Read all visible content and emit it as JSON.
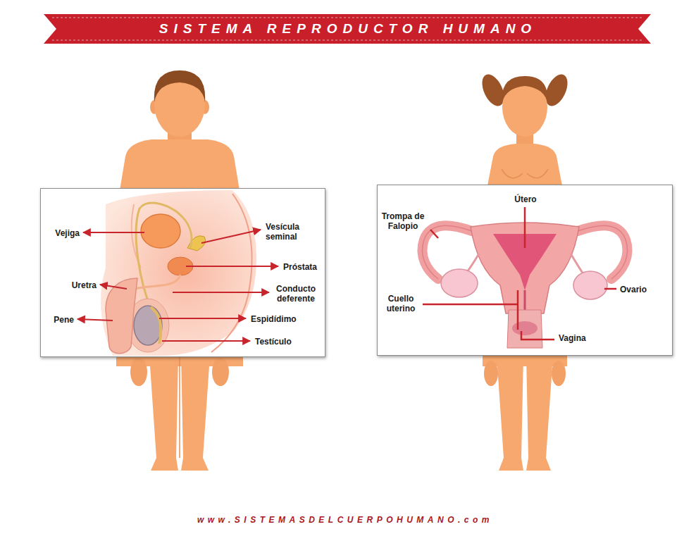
{
  "diagram": {
    "title": "SISTEMA REPRODUCTOR HUMANO",
    "caption": "www.SISTEMASDELCUERPOHUMANO.com",
    "nodes": [
      {
        "text": [
          "Vejiga",
          "Vesícula seminal",
          "Próstata",
          "Uretra",
          "Conducto deferente",
          "Pene",
          "Espidídimo",
          "Testículo"
        ]
      },
      {
        "text": [
          "Útero",
          "Trompa de Falopio",
          "Ovario",
          "Cuello uterino",
          "Vagina"
        ]
      }
    ]
  }
}
